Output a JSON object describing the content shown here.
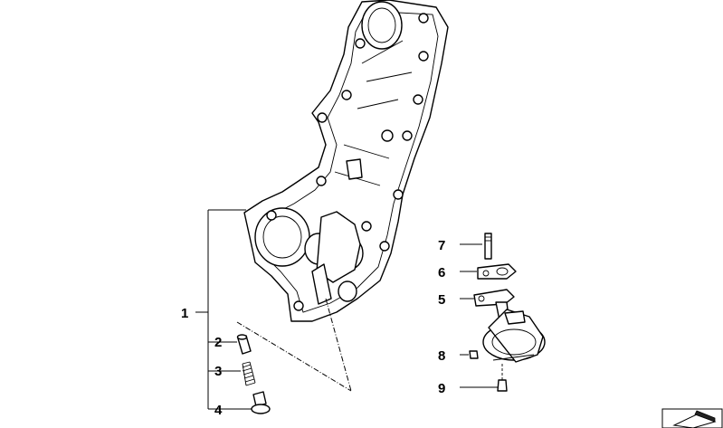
{
  "callouts": [
    {
      "id": "1",
      "text": "1"
    },
    {
      "id": "2",
      "text": "2"
    },
    {
      "id": "3",
      "text": "3"
    },
    {
      "id": "4",
      "text": "4"
    },
    {
      "id": "5",
      "text": "5"
    },
    {
      "id": "6",
      "text": "6"
    },
    {
      "id": "7",
      "text": "7"
    },
    {
      "id": "8",
      "text": "8"
    },
    {
      "id": "9",
      "text": "9"
    }
  ],
  "icons": {
    "corner": "page-turn-icon"
  }
}
